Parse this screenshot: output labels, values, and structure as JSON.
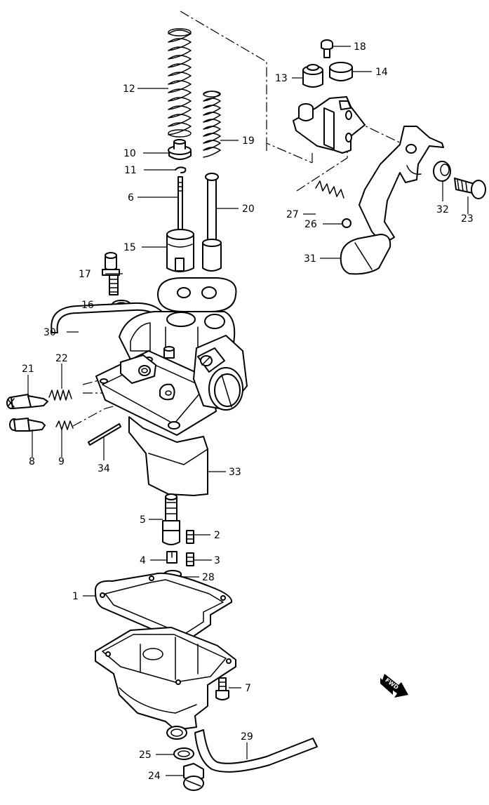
{
  "callouts": [
    {
      "id": "c1",
      "label": "1"
    },
    {
      "id": "c2",
      "label": "2"
    },
    {
      "id": "c3",
      "label": "3"
    },
    {
      "id": "c4",
      "label": "4"
    },
    {
      "id": "c5",
      "label": "5"
    },
    {
      "id": "c6",
      "label": "6"
    },
    {
      "id": "c7",
      "label": "7"
    },
    {
      "id": "c8",
      "label": "8"
    },
    {
      "id": "c9",
      "label": "9"
    },
    {
      "id": "c10",
      "label": "10"
    },
    {
      "id": "c11",
      "label": "11"
    },
    {
      "id": "c12",
      "label": "12"
    },
    {
      "id": "c13",
      "label": "13"
    },
    {
      "id": "c14",
      "label": "14"
    },
    {
      "id": "c15",
      "label": "15"
    },
    {
      "id": "c16",
      "label": "16"
    },
    {
      "id": "c17",
      "label": "17"
    },
    {
      "id": "c18",
      "label": "18"
    },
    {
      "id": "c19",
      "label": "19"
    },
    {
      "id": "c20",
      "label": "20"
    },
    {
      "id": "c21",
      "label": "21"
    },
    {
      "id": "c22",
      "label": "22"
    },
    {
      "id": "c23",
      "label": "23"
    },
    {
      "id": "c24",
      "label": "24"
    },
    {
      "id": "c25",
      "label": "25"
    },
    {
      "id": "c26",
      "label": "26"
    },
    {
      "id": "c27",
      "label": "27"
    },
    {
      "id": "c28",
      "label": "28"
    },
    {
      "id": "c29",
      "label": "29"
    },
    {
      "id": "c30",
      "label": "30"
    },
    {
      "id": "c31",
      "label": "31"
    },
    {
      "id": "c32",
      "label": "32"
    },
    {
      "id": "c33",
      "label": "33"
    },
    {
      "id": "c34",
      "label": "34"
    }
  ],
  "fwd_badge": {
    "text": "FWD"
  }
}
